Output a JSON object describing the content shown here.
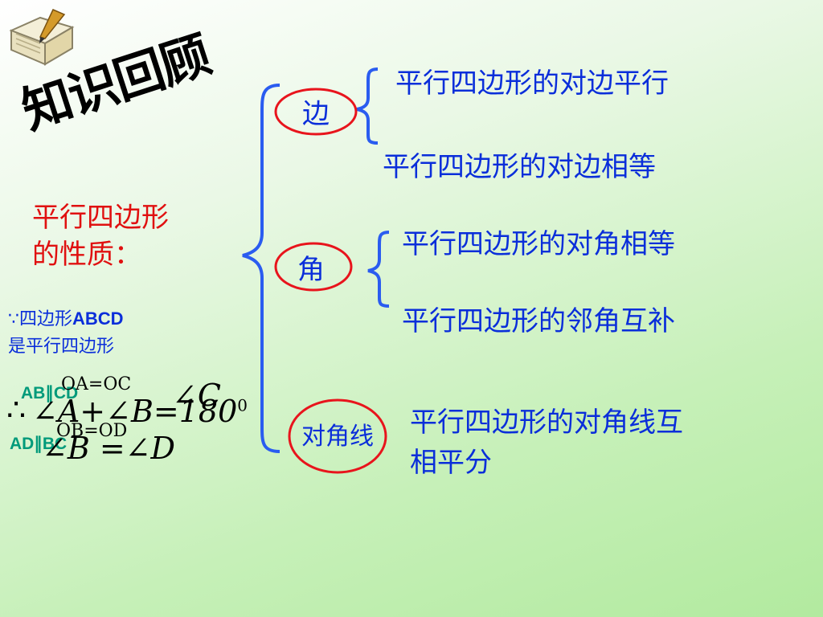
{
  "title": "知识回顾",
  "left": {
    "heading_line1": "平行四边形",
    "heading_line2": "的性质：",
    "given_line1_prefix": "∵四边形",
    "given_line1_name": "ABCD",
    "given_line2": "是平行四边形"
  },
  "tree": {
    "nodes": [
      {
        "label": "边"
      },
      {
        "label": "角"
      },
      {
        "label": "对角线"
      }
    ],
    "props": [
      "平行四边形的对边平行",
      "平行四边形的对边相等",
      "平行四边形的对角相等",
      "平行四边形的邻角互补",
      "平行四边形的对角线互",
      "相平分"
    ]
  },
  "overlap": {
    "green1": "AB∥CD",
    "green2": "AD∥BC",
    "oa_oc": "OA=OC",
    "ob_od": "OB=OD",
    "therefore": "∴",
    "angle_sum": "∠A+∠B=180",
    "degree": "0",
    "angle_c": "∠C",
    "angle_bd": "∠B =∠D"
  },
  "colors": {
    "blue": "#0a2eda",
    "red": "#e01010",
    "brace": "#2a5cf0",
    "ellipse": "#e8141c"
  }
}
